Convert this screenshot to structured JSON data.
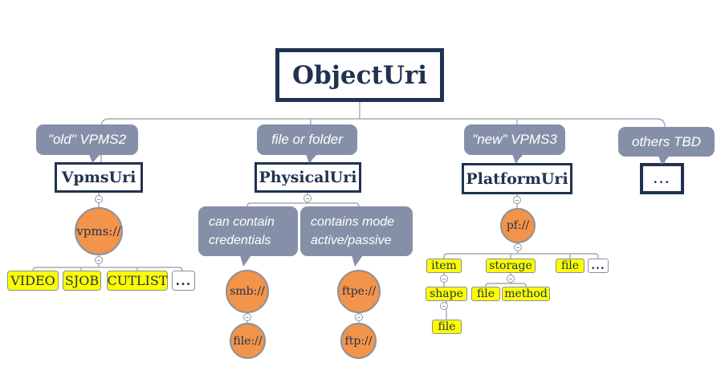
{
  "root": {
    "label": "ObjectUri"
  },
  "branches": [
    {
      "callout": "\"old\" VPMS2",
      "node": "VpmsUri",
      "scheme": "vpms://",
      "children": [
        "VIDEO",
        "SJOB",
        "CUTLIST",
        "..."
      ]
    },
    {
      "callout": "file or folder",
      "node": "PhysicalUri",
      "notes": [
        "can contain credentials",
        "contains mode active/passive"
      ],
      "schemes": [
        {
          "top": "smb://",
          "bottom": "file://"
        },
        {
          "top": "ftpe://",
          "bottom": "ftp://"
        }
      ]
    },
    {
      "callout": "\"new\" VPMS3",
      "node": "PlatformUri",
      "scheme": "pf://",
      "level1": [
        "item",
        "storage",
        "file",
        "..."
      ],
      "item_child": "shape",
      "shape_child": "file",
      "storage_children": [
        "file",
        "method"
      ]
    },
    {
      "callout": "others TBD",
      "node": "..."
    }
  ],
  "colors": {
    "node_border": "#203250",
    "node_text": "#203250",
    "callout_bg": "#8590a8",
    "callout_text": "#ffffff",
    "circle_bg": "#f2944a",
    "circle_border": "#8d9097",
    "leaf_bg": "#fdfd00",
    "leaf_border": "#8a8f9a",
    "connector": "#a3aab6"
  }
}
